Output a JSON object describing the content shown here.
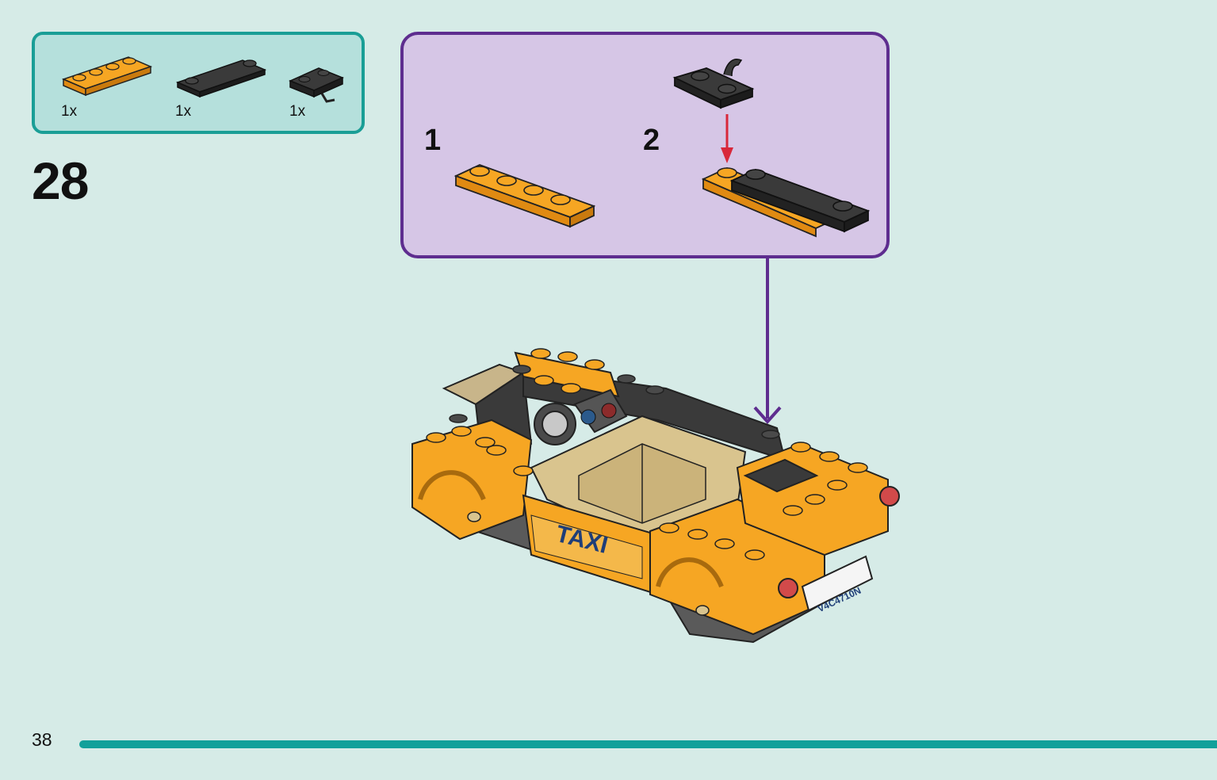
{
  "parts_list": {
    "items": [
      {
        "icon": "orange-plate-1x4",
        "qty": "1x"
      },
      {
        "icon": "black-plate-1x4",
        "qty": "1x"
      },
      {
        "icon": "black-clip-plate",
        "qty": "1x"
      }
    ]
  },
  "step": {
    "number": "28"
  },
  "sub_assembly": {
    "steps": [
      {
        "number": "1"
      },
      {
        "number": "2"
      }
    ]
  },
  "model": {
    "panel_text": "TAXI",
    "license_plate": "V4C4710N"
  },
  "footer": {
    "page_number": "38"
  },
  "colors": {
    "background": "#d6ebe7",
    "parts_border": "#1a9e96",
    "sub_border": "#5e2d8f",
    "accent_orange": "#f6a623",
    "brick_black": "#3a3a3a",
    "arrow_red": "#d8283a"
  }
}
